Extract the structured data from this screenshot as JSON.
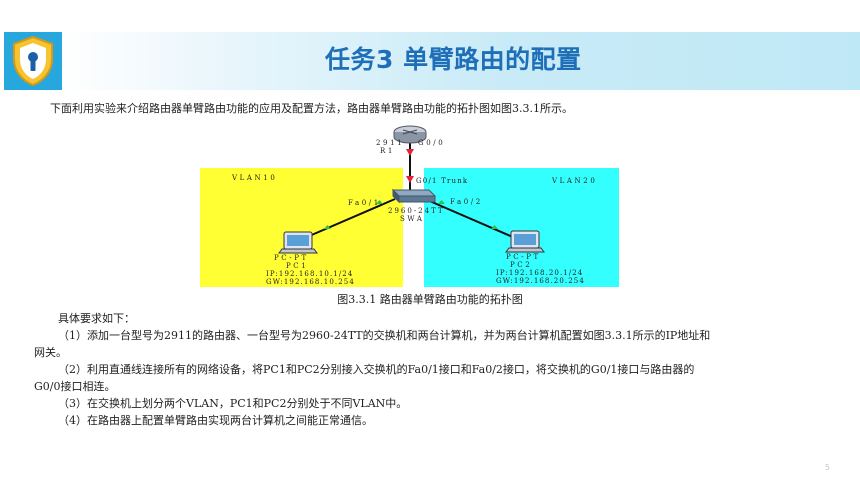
{
  "title": "任务3 单臂路由的配置",
  "intro": "下面利用实验来介绍路由器单臂路由功能的应用及配置方法，路由器单臂路由功能的拓扑图如图3.3.1所示。",
  "diagram": {
    "router_model": "2911",
    "router_name": "R1",
    "router_port": "G0/0",
    "vlan_left": "VLAN10",
    "vlan_right": "VLAN20",
    "switch_uplink": "G0/1  Trunk",
    "switch_port_left": "Fa0/1",
    "switch_port_right": "Fa0/2",
    "switch_model": "2960-24TT",
    "switch_name": "SWA",
    "pc1_type": "PC-PT",
    "pc1_name": "PC1",
    "pc1_ip": "IP:192.168.10.1/24",
    "pc1_gw": "GW:192.168.10.254",
    "pc2_type": "PC-PT",
    "pc2_name": "PC2",
    "pc2_ip": "IP:192.168.20.1/24",
    "pc2_gw": "GW:192.168.20.254",
    "colors": {
      "vlan_left_bg": "#ffff33",
      "vlan_right_bg": "#33ffff",
      "link_up": "#e0223a",
      "link_ok": "#2fbf4a"
    }
  },
  "caption": "图3.3.1  路由器单臂路由功能的拓扑图",
  "requirements": {
    "heading": "具体要求如下：",
    "item1_line1": "（1）添加一台型号为2911的路由器、一台型号为2960-24TT的交换机和两台计算机，并为两台计算机配置如图3.3.1所示的IP地址和",
    "item1_line2": "网关。",
    "item2_line1": "（2）利用直通线连接所有的网络设备，将PC1和PC2分别接入交换机的Fa0/1接口和Fa0/2接口，将交换机的G0/1接口与路由器的",
    "item2_line2": "G0/0接口相连。",
    "item3": "（3）在交换机上划分两个VLAN，PC1和PC2分别处于不同VLAN中。",
    "item4": "（4）在路由器上配置单臂路由实现两台计算机之间能正常通信。"
  },
  "page_number": "5",
  "icons": [
    "shield-lock-icon",
    "router-icon",
    "switch-icon",
    "pc-icon"
  ]
}
